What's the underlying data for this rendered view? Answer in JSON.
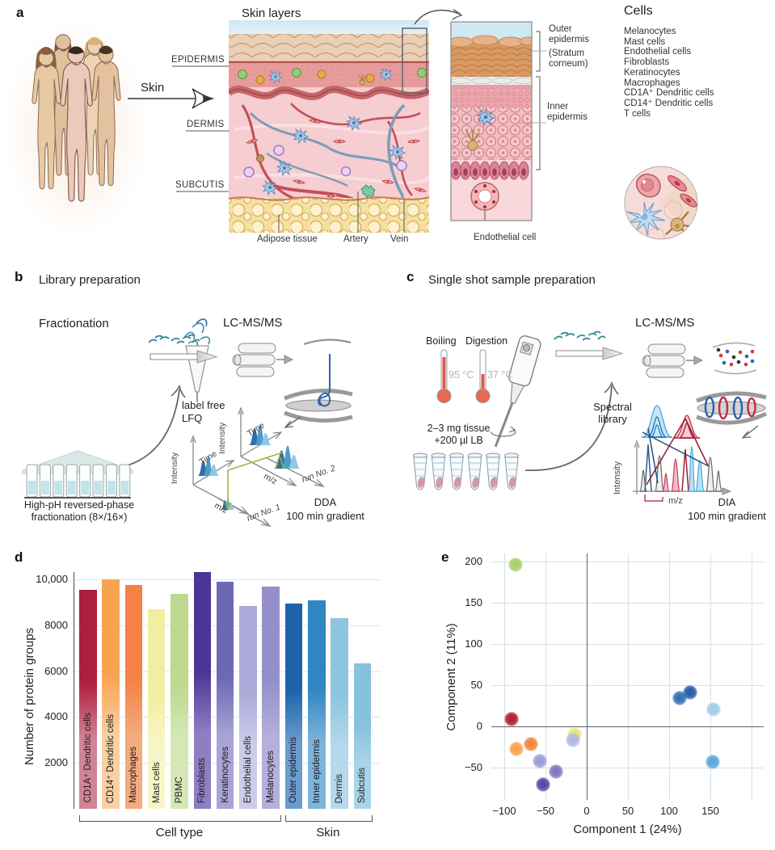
{
  "panel_a": {
    "label": "a",
    "title": "Skin layers",
    "arrow_label": "Skin",
    "layers": [
      "EPIDERMIS",
      "DERMIS",
      "SUBCUTIS"
    ],
    "tissue_labels": [
      "Adipose tissue",
      "Artery",
      "Vein"
    ],
    "inset": {
      "outer": "Outer\nepidermis",
      "stratum": "(Stratum\ncorneum)",
      "inner": "Inner\nepidermis",
      "endothelial": "Endothelial cell"
    },
    "cells_title": "Cells",
    "cells": [
      "Melanocytes",
      "Mast cells",
      "Endothelial cells",
      "Fibroblasts",
      "Keratinocytes",
      "Macrophages",
      "CD1A⁺ Dendritic cells",
      "CD14⁺ Dendritic cells",
      "T cells"
    ]
  },
  "panel_b": {
    "label": "b",
    "title": "Library preparation",
    "fractionation": "Fractionation",
    "lcmsms": "LC-MS/MS",
    "label_free": "label free\nLFQ",
    "intensity": "Intensity",
    "time": "Time",
    "mz": "m/z",
    "run1": "run No. 1",
    "run2": "run No. 2",
    "acq": "DDA",
    "gradient": "100 min gradient",
    "caption": "High-pH reversed-phase\nfractionation (8×/16×)"
  },
  "panel_c": {
    "label": "c",
    "title": "Single shot sample preparation",
    "boiling": "Boiling",
    "digestion": "Digestion",
    "temp_boiling": "95 °C",
    "temp_digestion": "37 °C",
    "tissue": "2–3 mg tissue\n+200 µl LB",
    "lcmsms": "LC-MS/MS",
    "spectral": "Spectral\nlibrary",
    "intensity": "Intensity",
    "mz": "m/z",
    "acq": "DIA",
    "gradient": "100 min gradient"
  },
  "panel_d": {
    "label": "d"
  },
  "panel_e": {
    "label": "e"
  },
  "chart_data": [
    {
      "type": "bar",
      "ylabel": "Number of protein groups",
      "yticks": [
        2000,
        4000,
        6000,
        8000,
        10000
      ],
      "ytick_labels": [
        "2000",
        "4000",
        "6000",
        "8000",
        "10,000"
      ],
      "ylim": [
        0,
        10700
      ],
      "grid": true,
      "categories": [
        "CD1A⁺ Dendritic cells",
        "CD14⁺ Dendritic cells",
        "Macrophages",
        "Mast cells",
        "PBMC",
        "Fibroblasts",
        "Keratinocytes",
        "Endothelial cells",
        "Melanocytes",
        "Outer epidermis",
        "Inner epidermis",
        "Dermis",
        "Subcutis"
      ],
      "values": [
        9550,
        10000,
        9750,
        8700,
        9350,
        10300,
        9900,
        8850,
        9700,
        8950,
        9100,
        8300,
        6350
      ],
      "bar_colors_top": [
        "#ae1e3d",
        "#f9a351",
        "#f58144",
        "#f0eea0",
        "#bdd98f",
        "#4b3596",
        "#6d68b3",
        "#abaad8",
        "#958fc9",
        "#1b64ab",
        "#2f86c1",
        "#8ec6e1",
        "#86c1de"
      ],
      "bar_colors_bottom": [
        "#d08495",
        "#f8d0a3",
        "#f3ab7e",
        "#f8f6c8",
        "#d5e8b6",
        "#8d7fc1",
        "#a8a4d5",
        "#cccbe9",
        "#b4afdc",
        "#6c9cce",
        "#7eb3da",
        "#b5d9ea",
        "#a9d4e8"
      ],
      "groups": [
        {
          "label": "Cell type",
          "from": 0,
          "to": 8
        },
        {
          "label": "Skin",
          "from": 9,
          "to": 12
        }
      ]
    },
    {
      "type": "scatter",
      "xlabel": "Component 1 (24%)",
      "ylabel": "Component 2 (11%)",
      "xticks": [
        -100,
        -50,
        0,
        50,
        100,
        150
      ],
      "xgrid_values": [
        -100,
        -50,
        0,
        50,
        100,
        150,
        200
      ],
      "yticks": [
        -50,
        0,
        50,
        100,
        150,
        200
      ],
      "xlim": [
        -114,
        214
      ],
      "ylim": [
        -89,
        210
      ],
      "grid": true,
      "points": [
        {
          "label": "PBMC",
          "x": -86,
          "y": 196,
          "color": "#a9d06c"
        },
        {
          "label": "CD1A⁺ Dendritic cells",
          "x": -91,
          "y": 9,
          "color": "#b02339"
        },
        {
          "label": "CD14⁺ Dendritic cells",
          "x": -85,
          "y": -27,
          "color": "#f9a44f"
        },
        {
          "label": "Macrophages",
          "x": -68,
          "y": -22,
          "color": "#f1873e"
        },
        {
          "label": "Mast cells",
          "x": -15,
          "y": -10,
          "color": "#eae47f"
        },
        {
          "label": "Endothelial cells",
          "x": -17,
          "y": -17,
          "color": "#b3b8e2"
        },
        {
          "label": "Keratinocytes",
          "x": -57,
          "y": -42,
          "color": "#9a9ed8"
        },
        {
          "label": "Melanocytes",
          "x": -37,
          "y": -55,
          "color": "#7f78c2"
        },
        {
          "label": "Fibroblasts",
          "x": -53,
          "y": -71,
          "color": "#5a4aa5"
        },
        {
          "label": "Inner epidermis",
          "x": 113,
          "y": 34,
          "color": "#3674b6"
        },
        {
          "label": "Outer epidermis",
          "x": 125,
          "y": 41,
          "color": "#2a5fa8"
        },
        {
          "label": "Dermis",
          "x": 154,
          "y": 21,
          "color": "#a5cce8"
        },
        {
          "label": "Subcutis",
          "x": 153,
          "y": -43,
          "color": "#5da8d8"
        }
      ]
    }
  ]
}
